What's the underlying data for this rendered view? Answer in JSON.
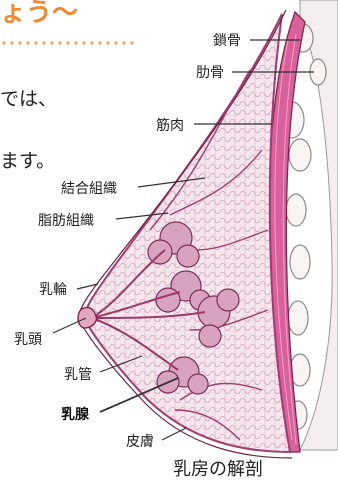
{
  "heading": {
    "text": "ょう〜"
  },
  "intro": {
    "line1": "では、",
    "line2": "ます。"
  },
  "labels": {
    "clavicle": "鎖骨",
    "rib": "肋骨",
    "muscle": "筋肉",
    "connective_tissue": "結合組織",
    "adipose_tissue": "脂肪組織",
    "areola": "乳輪",
    "nipple": "乳頭",
    "milk_duct": "乳管",
    "mammary_gland": "乳腺",
    "skin": "皮膚"
  },
  "caption": "乳房の解剖",
  "colors": {
    "heading": "#ef8a2e",
    "tissue_fill": "#f3dde6",
    "tissue_outline": "#a23c6e",
    "muscle": "#d9609a",
    "gland": "#d8a3c0"
  }
}
